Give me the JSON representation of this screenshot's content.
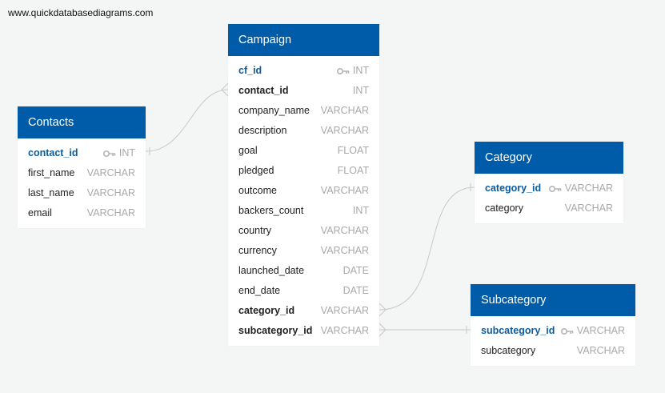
{
  "watermark": "www.quickdatabasediagrams.com",
  "colors": {
    "header": "#005ca8",
    "pk_text": "#0b5b9e",
    "type_text": "#a9a9a9",
    "link": "#bdbdbd"
  },
  "tables": {
    "contacts": {
      "title": "Contacts",
      "fields": [
        {
          "name": "contact_id",
          "type": "INT",
          "key": "pk"
        },
        {
          "name": "first_name",
          "type": "VARCHAR",
          "key": ""
        },
        {
          "name": "last_name",
          "type": "VARCHAR",
          "key": ""
        },
        {
          "name": "email",
          "type": "VARCHAR",
          "key": ""
        }
      ]
    },
    "campaign": {
      "title": "Campaign",
      "fields": [
        {
          "name": "cf_id",
          "type": "INT",
          "key": "pk"
        },
        {
          "name": "contact_id",
          "type": "INT",
          "key": "fk"
        },
        {
          "name": "company_name",
          "type": "VARCHAR",
          "key": ""
        },
        {
          "name": "description",
          "type": "VARCHAR",
          "key": ""
        },
        {
          "name": "goal",
          "type": "FLOAT",
          "key": ""
        },
        {
          "name": "pledged",
          "type": "FLOAT",
          "key": ""
        },
        {
          "name": "outcome",
          "type": "VARCHAR",
          "key": ""
        },
        {
          "name": "backers_count",
          "type": "INT",
          "key": ""
        },
        {
          "name": "country",
          "type": "VARCHAR",
          "key": ""
        },
        {
          "name": "currency",
          "type": "VARCHAR",
          "key": ""
        },
        {
          "name": "launched_date",
          "type": "DATE",
          "key": ""
        },
        {
          "name": "end_date",
          "type": "DATE",
          "key": ""
        },
        {
          "name": "category_id",
          "type": "VARCHAR",
          "key": "fk"
        },
        {
          "name": "subcategory_id",
          "type": "VARCHAR",
          "key": "fk"
        }
      ]
    },
    "category": {
      "title": "Category",
      "fields": [
        {
          "name": "category_id",
          "type": "VARCHAR",
          "key": "pk"
        },
        {
          "name": "category",
          "type": "VARCHAR",
          "key": ""
        }
      ]
    },
    "subcategory": {
      "title": "Subcategory",
      "fields": [
        {
          "name": "subcategory_id",
          "type": "VARCHAR",
          "key": "pk"
        },
        {
          "name": "subcategory",
          "type": "VARCHAR",
          "key": ""
        }
      ]
    }
  }
}
